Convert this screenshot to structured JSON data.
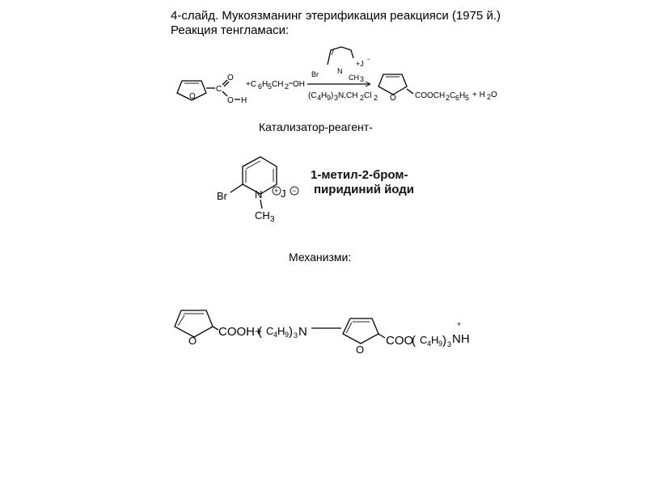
{
  "slide": {
    "title_line1": "4-слайд. Мукоязманинг этерификация реакцияси (1975 й.)",
    "title_line2": "Реакция тенгламаси:"
  },
  "reaction1": {
    "acid_c": "C",
    "acid_o_top": "O",
    "acid_o_h": "O",
    "acid_h": "H",
    "ring_o": "O",
    "reagent_plus": "+C",
    "reagent_tail": "CH",
    "reagent_oh": "OH",
    "sub6": "6",
    "sub5": "5",
    "sub2": "2",
    "cat_br": "Br",
    "cat_n": "N",
    "cat_ch3": "CH",
    "cat_sub3": "3",
    "cat_iodide": "+J",
    "cat_minus": "-",
    "conditions": "(C4H9)3N,CH2Cl2",
    "product_ring_o": "O",
    "product_ester": "COOCH",
    "product_water": "+ H",
    "product_water_o": "O"
  },
  "catalyst_section": {
    "label": "Катализатор-реагент-",
    "br": "Br",
    "n": "N",
    "plus": "+",
    "j": "J",
    "minus": "−",
    "ch3": "CH",
    "sub3": "3",
    "name_line1": "1-метил-2-бром-",
    "name_line2": "пиридиний йоди"
  },
  "mechanism_section": {
    "label": "Механизми:",
    "ring_o_left": "O",
    "acid": "COOH+",
    "amine_open": "(",
    "c4h9": "C",
    "sub4": "4",
    "h": "H",
    "sub9": "9",
    "amine_close": ")",
    "sub3": "3",
    "amine_n": "N",
    "ring_o_right": "O",
    "salt": "COO",
    "salt_nh": "NH",
    "salt_plus": "+"
  }
}
